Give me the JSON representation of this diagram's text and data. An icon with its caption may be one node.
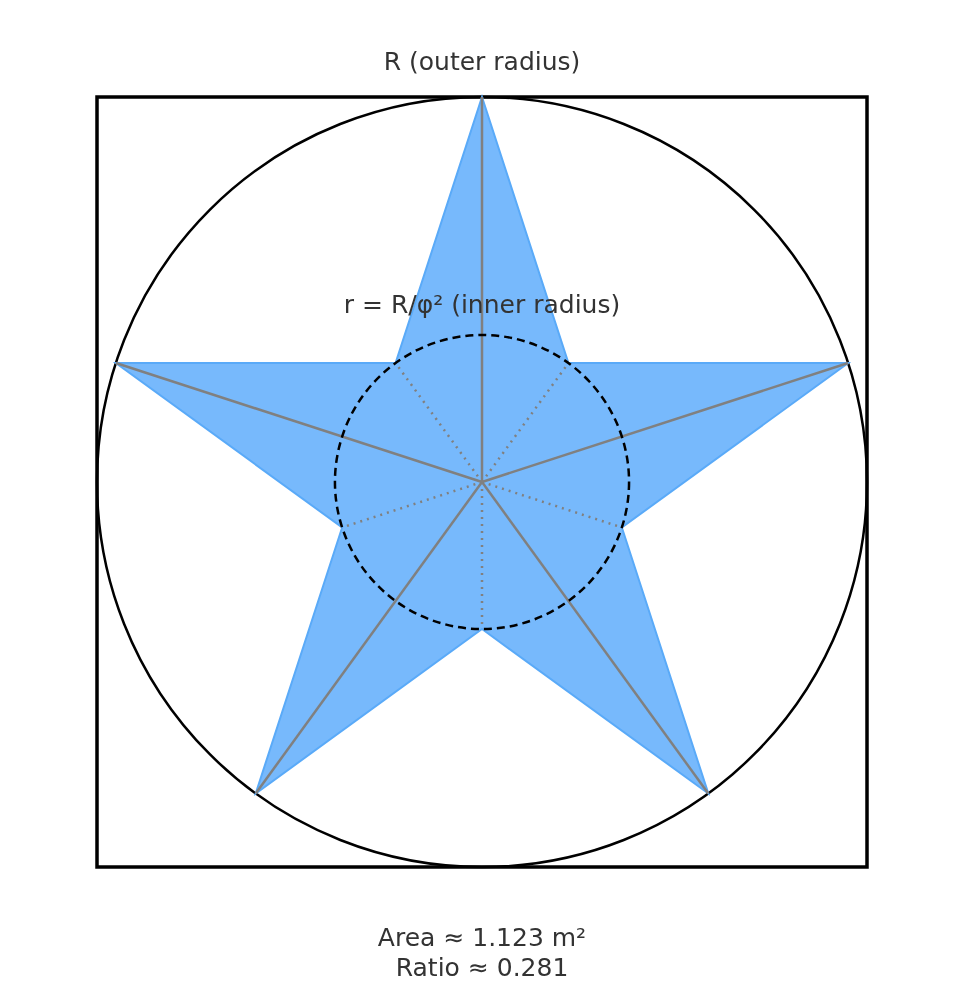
{
  "diagram": {
    "labels": [
      "R (outer radius)",
      "r = R/φ² (inner radius)",
      "Area ≈ 1.123 m²",
      "Ratio ≈ 0.281"
    ]
  }
}
